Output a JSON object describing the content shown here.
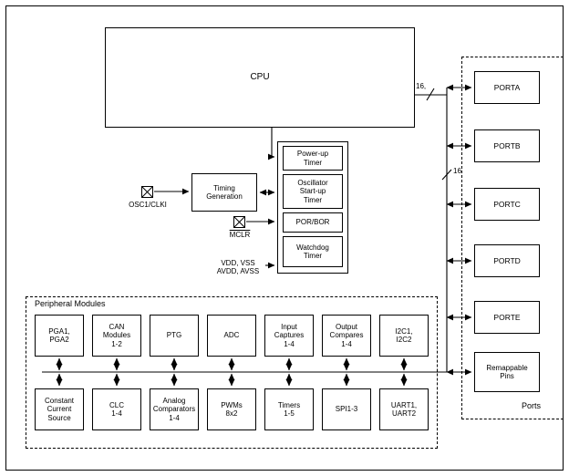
{
  "diagram": {
    "cpu_label": "CPU",
    "bus16_label": "16,",
    "bus16b_label": "16",
    "timing_label": "Timing\nGeneration",
    "osc_label": "OSC1/CLKI",
    "mclr_label": "MCLR",
    "supply_label": "VDD, VSS\nAVDD, AVSS",
    "timers": [
      "Power-up\nTimer",
      "Oscillator\nStart-up\nTimer",
      "POR/BOR",
      "Watchdog\nTimer"
    ],
    "ports_title": "Ports",
    "ports": [
      "PORTA",
      "PORTB",
      "PORTC",
      "PORTD",
      "PORTE",
      "Remappable\nPins"
    ],
    "peripherals_title": "Peripheral Modules",
    "row1": [
      "PGA1,\nPGA2",
      "CAN\nModules\n1-2",
      "PTG",
      "ADC",
      "Input\nCaptures\n1-4",
      "Output\nCompares\n1-4",
      "I2C1,\nI2C2"
    ],
    "row2": [
      "Constant\nCurrent\nSource",
      "CLC\n1-4",
      "Analog\nComparators\n1-4",
      "PWMs\n8x2",
      "Timers\n1-5",
      "SPI1-3",
      "UART1,\nUART2"
    ]
  }
}
